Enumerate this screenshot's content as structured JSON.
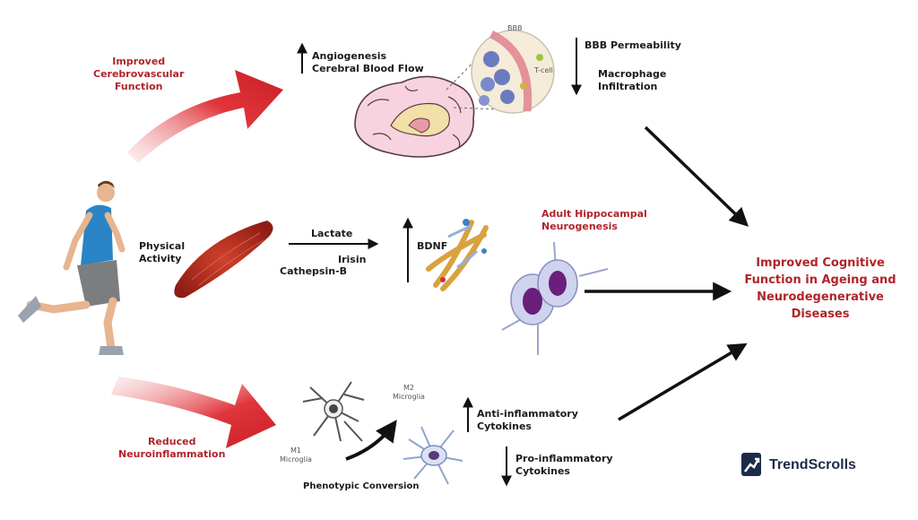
{
  "labels": {
    "improved_cerebrovascular_1": "Improved",
    "improved_cerebrovascular_2": "Cerebrovascular",
    "improved_cerebrovascular_3": "Function",
    "angiogenesis": "Angiogenesis",
    "cerebral_blood_flow": "Cerebral Blood Flow",
    "bbb_permeability": "BBB Permeability",
    "macrophage": "Macrophage",
    "infiltration": "Infiltration",
    "bbb_tag": "BBB",
    "t_cell": "T-cell",
    "physical_1": "Physical",
    "physical_2": "Activity",
    "lactate": "Lactate",
    "irisin": "Irisin",
    "cathepsin": "Cathepsin-B",
    "bdnf": "BDNF",
    "adult_hippocampal_1": "Adult Hippocampal",
    "adult_hippocampal_2": "Neurogenesis",
    "reduced_1": "Reduced",
    "reduced_2": "Neuroinflammation",
    "m1_1": "M1",
    "m1_2": "Microglia",
    "m2_1": "M2",
    "m2_2": "Microglia",
    "phenotypic": "Phenotypic Conversion",
    "anti_inflammatory_1": "Anti-inflammatory",
    "anti_inflammatory_2": "Cytokines",
    "pro_inflammatory_1": "Pro-inflammatory",
    "pro_inflammatory_2": "Cytokines",
    "outcome_1": "Improved Cognitive",
    "outcome_2": "Function in Ageing and",
    "outcome_3": "Neurodegenerative",
    "outcome_4": "Diseases"
  },
  "brand": {
    "name": "TrendScrolls"
  },
  "icons": {
    "runner": "runner-icon",
    "muscle": "muscle-icon",
    "brain": "brain-icon",
    "bbb": "blood-brain-barrier-icon",
    "bdnf": "bdnf-molecule-icon",
    "neurons": "neuron-cells-icon",
    "m1": "m1-microglia-icon",
    "m2": "m2-microglia-icon",
    "logo": "trendscrolls-logo-icon"
  },
  "colors": {
    "accent_red": "#b0242b",
    "arrow_red": "#d9252b",
    "dark": "#1b1b1b",
    "brand": "#1d2b4a"
  }
}
